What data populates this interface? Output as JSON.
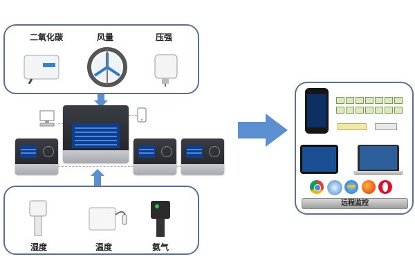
{
  "top_sensors": [
    {
      "label": "二氧化碳",
      "icon": "co2-sensor-icon"
    },
    {
      "label": "风量",
      "icon": "airflow-sensor-icon"
    },
    {
      "label": "压强",
      "icon": "pressure-sensor-icon"
    }
  ],
  "bottom_sensors": [
    {
      "label": "湿度",
      "icon": "humidity-sensor-icon"
    },
    {
      "label": "温度",
      "icon": "temperature-sensor-icon"
    },
    {
      "label": "氨气",
      "icon": "ammonia-sensor-icon"
    }
  ],
  "remote": {
    "label": "远程监控"
  },
  "colors": {
    "panel_border": "#5b7090",
    "arrow": "#5b8fd0",
    "screen": "#0f3e8a"
  }
}
